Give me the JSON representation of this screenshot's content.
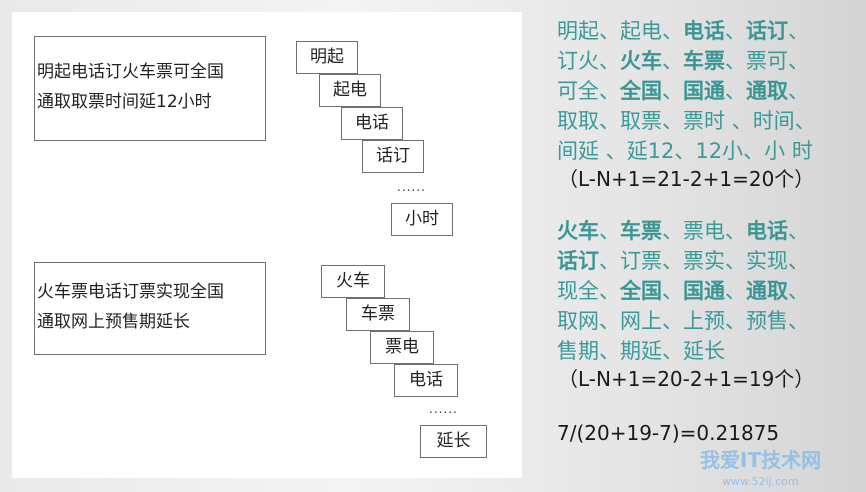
{
  "example1": {
    "sentence": [
      "明起电话订火车票可全国",
      "通取取票时间延12小时"
    ],
    "bigrams": [
      "明起",
      "起电",
      "电话",
      "话订",
      "小时"
    ],
    "ellipsis": "......",
    "list": [
      [
        {
          "t": "明起",
          "b": false
        },
        {
          "t": "、",
          "b": false
        },
        {
          "t": "起电",
          "b": false
        },
        {
          "t": "、",
          "b": false
        },
        {
          "t": "电话",
          "b": true
        },
        {
          "t": "、",
          "b": false
        },
        {
          "t": "话订",
          "b": true
        },
        {
          "t": "、",
          "b": false
        }
      ],
      [
        {
          "t": "订火",
          "b": false
        },
        {
          "t": "、",
          "b": false
        },
        {
          "t": "火车",
          "b": true
        },
        {
          "t": "、",
          "b": false
        },
        {
          "t": "车票",
          "b": true
        },
        {
          "t": "、",
          "b": false
        },
        {
          "t": "票可",
          "b": false
        },
        {
          "t": "、",
          "b": false
        }
      ],
      [
        {
          "t": "可全",
          "b": false
        },
        {
          "t": "、",
          "b": false
        },
        {
          "t": "全国",
          "b": true
        },
        {
          "t": "、",
          "b": false
        },
        {
          "t": "国通",
          "b": true
        },
        {
          "t": "、",
          "b": false
        },
        {
          "t": "通取",
          "b": true
        },
        {
          "t": "、",
          "b": false
        }
      ],
      [
        {
          "t": "取取",
          "b": false
        },
        {
          "t": "、",
          "b": false
        },
        {
          "t": "取票",
          "b": false
        },
        {
          "t": "、",
          "b": false
        },
        {
          "t": "票时",
          "b": false
        },
        {
          "t": " 、",
          "b": false
        },
        {
          "t": "时间",
          "b": false
        },
        {
          "t": "、",
          "b": false
        }
      ],
      [
        {
          "t": "间延",
          "b": false
        },
        {
          "t": " 、",
          "b": false
        },
        {
          "t": "延12",
          "b": false
        },
        {
          "t": "、",
          "b": false
        },
        {
          "t": "12小",
          "b": false
        },
        {
          "t": "、",
          "b": false
        },
        {
          "t": "小 时",
          "b": false
        }
      ]
    ],
    "formula": "（L-N+1=21-2+1=20个）"
  },
  "example2": {
    "sentence": [
      "火车票电话订票实现全国",
      "通取网上预售期延长"
    ],
    "bigrams": [
      "火车",
      "车票",
      "票电",
      "电话",
      "延长"
    ],
    "ellipsis": "......",
    "list": [
      [
        {
          "t": "火车",
          "b": true
        },
        {
          "t": "、",
          "b": false
        },
        {
          "t": "车票",
          "b": true
        },
        {
          "t": "、",
          "b": false
        },
        {
          "t": "票电",
          "b": false
        },
        {
          "t": "、",
          "b": false
        },
        {
          "t": "电话",
          "b": true
        },
        {
          "t": "、",
          "b": false
        }
      ],
      [
        {
          "t": "话订",
          "b": true
        },
        {
          "t": "、",
          "b": false
        },
        {
          "t": "订票",
          "b": false
        },
        {
          "t": "、",
          "b": false
        },
        {
          "t": "票实",
          "b": false
        },
        {
          "t": "、",
          "b": false
        },
        {
          "t": "实现",
          "b": false
        },
        {
          "t": "、",
          "b": false
        }
      ],
      [
        {
          "t": "现全",
          "b": false
        },
        {
          "t": "、",
          "b": false
        },
        {
          "t": "全国",
          "b": true
        },
        {
          "t": "、",
          "b": false
        },
        {
          "t": "国通",
          "b": true
        },
        {
          "t": "、",
          "b": false
        },
        {
          "t": "通取",
          "b": true
        },
        {
          "t": "、",
          "b": false
        }
      ],
      [
        {
          "t": "取网",
          "b": false
        },
        {
          "t": "、",
          "b": false
        },
        {
          "t": "网上",
          "b": false
        },
        {
          "t": "、",
          "b": false
        },
        {
          "t": "上预",
          "b": false
        },
        {
          "t": "、",
          "b": false
        },
        {
          "t": "预售",
          "b": false
        },
        {
          "t": "、",
          "b": false
        }
      ],
      [
        {
          "t": "售期",
          "b": false
        },
        {
          "t": "、",
          "b": false
        },
        {
          "t": "期延",
          "b": false
        },
        {
          "t": "、",
          "b": false
        },
        {
          "t": "延长",
          "b": false
        }
      ]
    ],
    "formula": "（L-N+1=20-2+1=19个）"
  },
  "result": "7/(20+19-7)=0.21875",
  "watermark": {
    "title": "我爱IT技术网",
    "url": "www.52ij.com"
  }
}
